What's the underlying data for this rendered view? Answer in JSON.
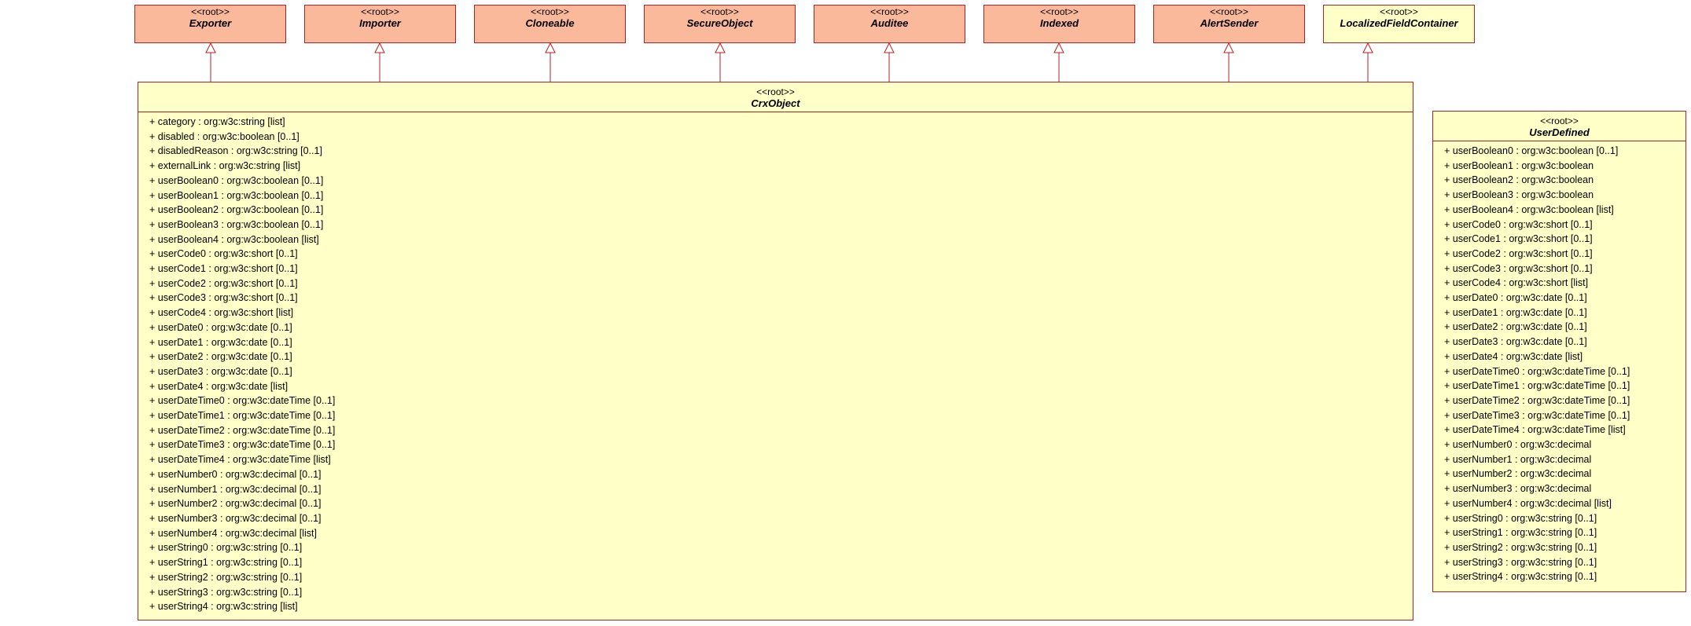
{
  "colors": {
    "border": "#b22222",
    "interface_fill": "#fbb99b",
    "class_fill": "#ffffc8"
  },
  "interfaces": [
    {
      "stereotype": "<<root>>",
      "name": "Exporter",
      "fill": "#fbb99b"
    },
    {
      "stereotype": "<<root>>",
      "name": "Importer",
      "fill": "#fbb99b"
    },
    {
      "stereotype": "<<root>>",
      "name": "Cloneable",
      "fill": "#fbb99b"
    },
    {
      "stereotype": "<<root>>",
      "name": "SecureObject",
      "fill": "#fbb99b"
    },
    {
      "stereotype": "<<root>>",
      "name": "Auditee",
      "fill": "#fbb99b"
    },
    {
      "stereotype": "<<root>>",
      "name": "Indexed",
      "fill": "#fbb99b"
    },
    {
      "stereotype": "<<root>>",
      "name": "AlertSender",
      "fill": "#fbb99b"
    },
    {
      "stereotype": "<<root>>",
      "name": "LocalizedFieldContainer",
      "fill": "#ffffc8"
    }
  ],
  "crx_object": {
    "stereotype": "<<root>>",
    "name": "CrxObject",
    "attributes": [
      "+ category : org:w3c:string [list]",
      "+ disabled : org:w3c:boolean [0..1]",
      "+ disabledReason : org:w3c:string [0..1]",
      "+ externalLink : org:w3c:string [list]",
      "+ userBoolean0 : org:w3c:boolean [0..1]",
      "+ userBoolean1 : org:w3c:boolean [0..1]",
      "+ userBoolean2 : org:w3c:boolean [0..1]",
      "+ userBoolean3 : org:w3c:boolean [0..1]",
      "+ userBoolean4 : org:w3c:boolean [list]",
      "+ userCode0 : org:w3c:short [0..1]",
      "+ userCode1 : org:w3c:short [0..1]",
      "+ userCode2 : org:w3c:short [0..1]",
      "+ userCode3 : org:w3c:short [0..1]",
      "+ userCode4 : org:w3c:short [list]",
      "+ userDate0 : org:w3c:date [0..1]",
      "+ userDate1 : org:w3c:date [0..1]",
      "+ userDate2 : org:w3c:date [0..1]",
      "+ userDate3 : org:w3c:date [0..1]",
      "+ userDate4 : org:w3c:date [list]",
      "+ userDateTime0 : org:w3c:dateTime [0..1]",
      "+ userDateTime1 : org:w3c:dateTime [0..1]",
      "+ userDateTime2 : org:w3c:dateTime [0..1]",
      "+ userDateTime3 : org:w3c:dateTime [0..1]",
      "+ userDateTime4 : org:w3c:dateTime [list]",
      "+ userNumber0 : org:w3c:decimal [0..1]",
      "+ userNumber1 : org:w3c:decimal [0..1]",
      "+ userNumber2 : org:w3c:decimal [0..1]",
      "+ userNumber3 : org:w3c:decimal [0..1]",
      "+ userNumber4 : org:w3c:decimal [list]",
      "+ userString0 : org:w3c:string [0..1]",
      "+ userString1 : org:w3c:string [0..1]",
      "+ userString2 : org:w3c:string [0..1]",
      "+ userString3 : org:w3c:string [0..1]",
      "+ userString4 : org:w3c:string [list]"
    ]
  },
  "user_defined": {
    "stereotype": "<<root>>",
    "name": "UserDefined",
    "attributes": [
      "+ userBoolean0 : org:w3c:boolean [0..1]",
      "+ userBoolean1 : org:w3c:boolean",
      "+ userBoolean2 : org:w3c:boolean",
      "+ userBoolean3 : org:w3c:boolean",
      "+ userBoolean4 : org:w3c:boolean [list]",
      "+ userCode0 : org:w3c:short [0..1]",
      "+ userCode1 : org:w3c:short [0..1]",
      "+ userCode2 : org:w3c:short [0..1]",
      "+ userCode3 : org:w3c:short [0..1]",
      "+ userCode4 : org:w3c:short [list]",
      "+ userDate0 : org:w3c:date [0..1]",
      "+ userDate1 : org:w3c:date [0..1]",
      "+ userDate2 : org:w3c:date [0..1]",
      "+ userDate3 : org:w3c:date [0..1]",
      "+ userDate4 : org:w3c:date [list]",
      "+ userDateTime0 : org:w3c:dateTime [0..1]",
      "+ userDateTime1 : org:w3c:dateTime [0..1]",
      "+ userDateTime2 : org:w3c:dateTime [0..1]",
      "+ userDateTime3 : org:w3c:dateTime [0..1]",
      "+ userDateTime4 : org:w3c:dateTime [list]",
      "+ userNumber0 : org:w3c:decimal",
      "+ userNumber1 : org:w3c:decimal",
      "+ userNumber2 : org:w3c:decimal",
      "+ userNumber3 : org:w3c:decimal",
      "+ userNumber4 : org:w3c:decimal [list]",
      "+ userString0 : org:w3c:string [0..1]",
      "+ userString1 : org:w3c:string [0..1]",
      "+ userString2 : org:w3c:string [0..1]",
      "+ userString3 : org:w3c:string [0..1]",
      "+ userString4 : org:w3c:string [0..1]"
    ]
  }
}
